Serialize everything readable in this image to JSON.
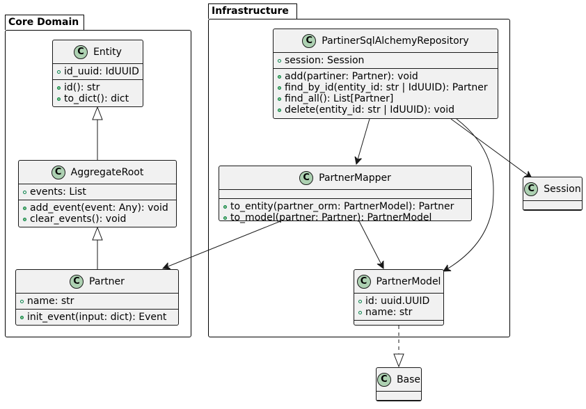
{
  "packages": {
    "core": {
      "label": "Core Domain"
    },
    "infra": {
      "label": "Infrastructure"
    }
  },
  "classes": {
    "entity": {
      "name": "Entity",
      "stereotype_letter": "C",
      "fields": [
        "id_uuid: IdUUID"
      ],
      "methods": [
        "id(): str",
        "to_dict(): dict"
      ]
    },
    "aggregate_root": {
      "name": "AggregateRoot",
      "stereotype_letter": "C",
      "fields": [
        "events: List"
      ],
      "methods": [
        "add_event(event: Any): void",
        "clear_events(): void"
      ]
    },
    "partner": {
      "name": "Partner",
      "stereotype_letter": "C",
      "fields": [
        "name: str"
      ],
      "methods": [
        "init_event(input: dict): Event"
      ]
    },
    "repository": {
      "name": "PartinerSqlAlchemyRepository",
      "stereotype_letter": "C",
      "fields": [
        "session: Session"
      ],
      "methods": [
        "add(partiner: Partner): void",
        "find_by_id(entity_id: str | IdUUID): Partner",
        "find_all(): List[Partner]",
        "delete(entity_id: str | IdUUID): void"
      ]
    },
    "mapper": {
      "name": "PartnerMapper",
      "stereotype_letter": "C",
      "fields": [],
      "methods": [
        "to_entity(partner_orm: PartnerModel): Partner",
        "to_model(partner: Partner): PartnerModel"
      ]
    },
    "partner_model": {
      "name": "PartnerModel",
      "stereotype_letter": "C",
      "fields": [
        "id: uuid.UUID",
        "name: str"
      ],
      "methods": []
    },
    "session": {
      "name": "Session",
      "stereotype_letter": "C",
      "fields": [],
      "methods": []
    },
    "base": {
      "name": "Base",
      "stereotype_letter": "C",
      "fields": [],
      "methods": []
    }
  },
  "relationships": [
    {
      "from": "AggregateRoot",
      "to": "Entity",
      "type": "inheritance"
    },
    {
      "from": "Partner",
      "to": "AggregateRoot",
      "type": "inheritance"
    },
    {
      "from": "PartnerModel",
      "to": "Base",
      "type": "realization"
    },
    {
      "from": "PartinerSqlAlchemyRepository",
      "to": "PartnerMapper",
      "type": "association"
    },
    {
      "from": "PartinerSqlAlchemyRepository",
      "to": "PartnerModel",
      "type": "association"
    },
    {
      "from": "PartinerSqlAlchemyRepository",
      "to": "Session",
      "type": "association"
    },
    {
      "from": "PartnerMapper",
      "to": "Partner",
      "type": "association"
    },
    {
      "from": "PartnerMapper",
      "to": "PartnerModel",
      "type": "association"
    }
  ],
  "colors": {
    "class_fill": "#f1f1f1",
    "class_badge": "#add1b2",
    "line": "#181818",
    "visibility": "#038048"
  }
}
